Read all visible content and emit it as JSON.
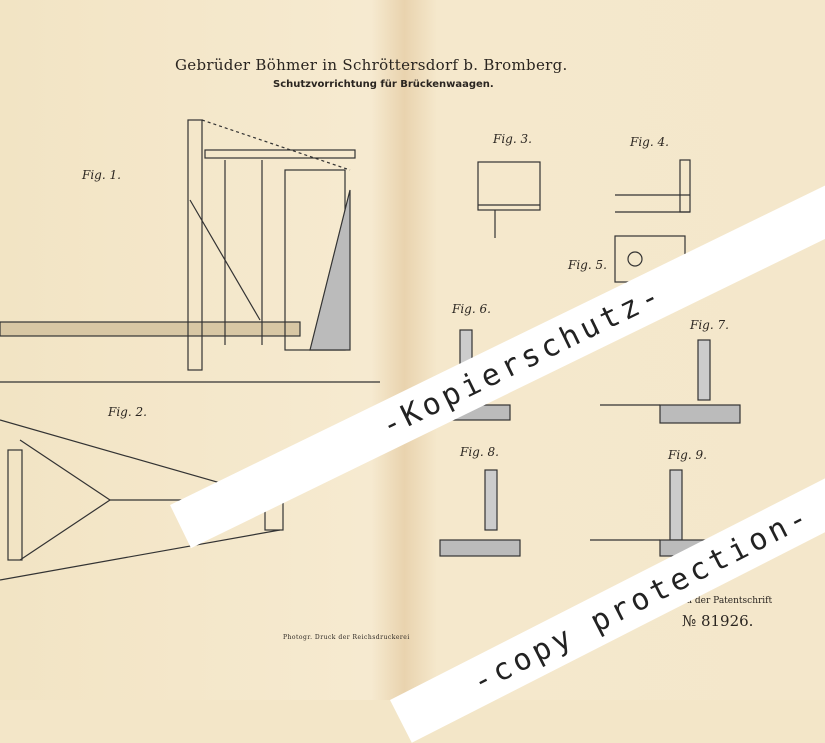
{
  "header": {
    "title": "Gebrüder Böhmer in Schröttersdorf b. Bromberg.",
    "subtitle": "Schutzvorrichtung für Brückenwaagen."
  },
  "figures": [
    "Fig. 1.",
    "Fig. 2.",
    "Fig. 3.",
    "Fig. 4.",
    "Fig. 5.",
    "Fig. 6.",
    "Fig. 7.",
    "Fig. 8.",
    "Fig. 9."
  ],
  "footer": {
    "printer": "Photogr. Druck der Reichsdruckerei",
    "reference": "Zu der Patentschrift",
    "number": "№ 81926."
  },
  "watermarks": [
    "-Kopierschutz-",
    "-copy protection-"
  ]
}
